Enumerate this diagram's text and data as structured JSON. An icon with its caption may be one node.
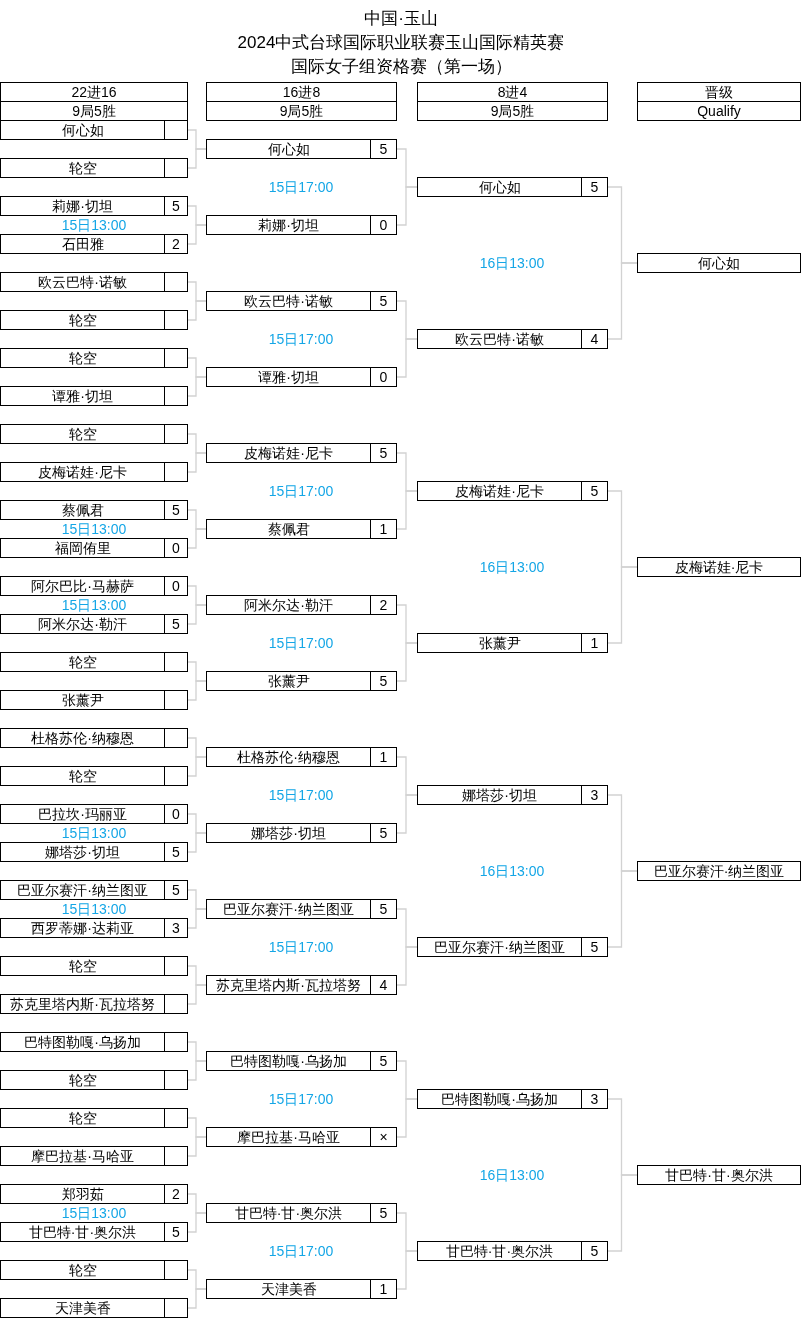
{
  "diagram": {
    "title": "2024中式台球国际职业联赛玉山国际精英赛",
    "nodes": [
      {
        "text": [
          "22进16",
          "9局5胜"
        ]
      },
      {
        "text": [
          "16进8",
          "9局5胜"
        ]
      },
      {
        "text": [
          "8进4",
          "9局5胜"
        ]
      },
      {
        "text": [
          "晋级",
          "Qualify"
        ]
      },
      {
        "text": [
          "何心如"
        ]
      },
      {
        "text": [
          "轮空"
        ]
      },
      {
        "text": [
          "莉娜·切坦",
          "5"
        ]
      },
      {
        "text": [
          "石田雅",
          "2"
        ]
      },
      {
        "text": [
          "欧云巴特·诺敏"
        ]
      },
      {
        "text": [
          "轮空"
        ]
      },
      {
        "text": [
          "轮空"
        ]
      },
      {
        "text": [
          "谭雅·切坦"
        ]
      },
      {
        "text": [
          "轮空"
        ]
      },
      {
        "text": [
          "皮梅诺娃·尼卡"
        ]
      },
      {
        "text": [
          "蔡佩君",
          "5"
        ]
      },
      {
        "text": [
          "福岡侑里",
          "0"
        ]
      },
      {
        "text": [
          "阿尔巴比·马赫萨",
          "0"
        ]
      },
      {
        "text": [
          "阿米尔达·勒汗",
          "5"
        ]
      },
      {
        "text": [
          "轮空"
        ]
      },
      {
        "text": [
          "张薰尹"
        ]
      },
      {
        "text": [
          "杜格苏伦·纳穆恩"
        ]
      },
      {
        "text": [
          "轮空"
        ]
      },
      {
        "text": [
          "巴拉坎·玛丽亚",
          "0"
        ]
      },
      {
        "text": [
          "娜塔莎·切坦",
          "5"
        ]
      },
      {
        "text": [
          "巴亚尔赛汗·纳兰图亚",
          "5"
        ]
      },
      {
        "text": [
          "西罗蒂娜·达莉亚",
          "3"
        ]
      },
      {
        "text": [
          "轮空"
        ]
      },
      {
        "text": [
          "苏克里塔内斯·瓦拉塔努"
        ]
      },
      {
        "text": [
          "巴特图勒嘎·乌扬加"
        ]
      },
      {
        "text": [
          "轮空"
        ]
      },
      {
        "text": [
          "轮空"
        ]
      },
      {
        "text": [
          "摩巴拉基·马哈亚"
        ]
      },
      {
        "text": [
          "郑羽茹",
          "2"
        ]
      },
      {
        "text": [
          "甘巴特·甘·奥尔洪",
          "5"
        ]
      },
      {
        "text": [
          "轮空"
        ]
      },
      {
        "text": [
          "天津美香"
        ]
      },
      {
        "text": [
          "何心如",
          "5"
        ]
      },
      {
        "text": [
          "莉娜·切坦",
          "0"
        ]
      },
      {
        "text": [
          "欧云巴特·诺敏",
          "5"
        ]
      },
      {
        "text": [
          "谭雅·切坦",
          "0"
        ]
      },
      {
        "text": [
          "皮梅诺娃·尼卡",
          "5"
        ]
      },
      {
        "text": [
          "蔡佩君",
          "1"
        ]
      },
      {
        "text": [
          "阿米尔达·勒汗",
          "2"
        ]
      },
      {
        "text": [
          "张薰尹",
          "5"
        ]
      },
      {
        "text": [
          "杜格苏伦·纳穆恩",
          "1"
        ]
      },
      {
        "text": [
          "娜塔莎·切坦",
          "5"
        ]
      },
      {
        "text": [
          "巴亚尔赛汗·纳兰图亚",
          "5"
        ]
      },
      {
        "text": [
          "苏克里塔内斯·瓦拉塔努",
          "4"
        ]
      },
      {
        "text": [
          "巴特图勒嘎·乌扬加",
          "5"
        ]
      },
      {
        "text": [
          "摩巴拉基·马哈亚",
          "×"
        ]
      },
      {
        "text": [
          "甘巴特·甘·奥尔洪",
          "5"
        ]
      },
      {
        "text": [
          "天津美香",
          "1"
        ]
      },
      {
        "text": [
          "何心如",
          "5"
        ]
      },
      {
        "text": [
          "欧云巴特·诺敏",
          "4"
        ]
      },
      {
        "text": [
          "皮梅诺娃·尼卡",
          "5"
        ]
      },
      {
        "text": [
          "张薰尹",
          "1"
        ]
      },
      {
        "text": [
          "娜塔莎·切坦",
          "3"
        ]
      },
      {
        "text": [
          "巴亚尔赛汗·纳兰图亚",
          "5"
        ]
      },
      {
        "text": [
          "巴特图勒嘎·乌扬加",
          "3"
        ]
      },
      {
        "text": [
          "甘巴特·甘·奥尔洪",
          "5"
        ]
      },
      {
        "text": [
          "何心如"
        ]
      },
      {
        "text": [
          "皮梅诺娃·尼卡"
        ]
      },
      {
        "text": [
          "巴亚尔赛汗·纳兰图亚"
        ]
      },
      {
        "text": [
          "甘巴特·甘·奥尔洪"
        ]
      }
    ],
    "edges": [
      {
        "from": 4,
        "to": 36,
        "arrow": "none"
      },
      {
        "from": 5,
        "to": 36,
        "arrow": "none"
      },
      {
        "from": 6,
        "to": 37,
        "arrow": "none"
      },
      {
        "from": 7,
        "to": 37,
        "arrow": "none"
      },
      {
        "from": 8,
        "to": 38,
        "arrow": "none"
      },
      {
        "from": 9,
        "to": 38,
        "arrow": "none"
      },
      {
        "from": 10,
        "to": 39,
        "arrow": "none"
      },
      {
        "from": 11,
        "to": 39,
        "arrow": "none"
      },
      {
        "from": 12,
        "to": 40,
        "arrow": "none"
      },
      {
        "from": 13,
        "to": 40,
        "arrow": "none"
      },
      {
        "from": 14,
        "to": 41,
        "arrow": "none"
      },
      {
        "from": 15,
        "to": 41,
        "arrow": "none"
      },
      {
        "from": 16,
        "to": 42,
        "arrow": "none"
      },
      {
        "from": 17,
        "to": 42,
        "arrow": "none"
      },
      {
        "from": 18,
        "to": 43,
        "arrow": "none"
      },
      {
        "from": 19,
        "to": 43,
        "arrow": "none"
      },
      {
        "from": 20,
        "to": 44,
        "arrow": "none"
      },
      {
        "from": 21,
        "to": 44,
        "arrow": "none"
      },
      {
        "from": 22,
        "to": 45,
        "arrow": "none"
      },
      {
        "from": 23,
        "to": 45,
        "arrow": "none"
      },
      {
        "from": 24,
        "to": 46,
        "arrow": "none"
      },
      {
        "from": 25,
        "to": 46,
        "arrow": "none"
      },
      {
        "from": 26,
        "to": 47,
        "arrow": "none"
      },
      {
        "from": 27,
        "to": 47,
        "arrow": "none"
      },
      {
        "from": 28,
        "to": 48,
        "arrow": "none"
      },
      {
        "from": 29,
        "to": 48,
        "arrow": "none"
      },
      {
        "from": 30,
        "to": 49,
        "arrow": "none"
      },
      {
        "from": 31,
        "to": 49,
        "arrow": "none"
      },
      {
        "from": 32,
        "to": 50,
        "arrow": "none"
      },
      {
        "from": 33,
        "to": 50,
        "arrow": "none"
      },
      {
        "from": 34,
        "to": 51,
        "arrow": "none"
      },
      {
        "from": 35,
        "to": 51,
        "arrow": "none"
      },
      {
        "from": 36,
        "to": 52,
        "arrow": "none"
      },
      {
        "from": 37,
        "to": 52,
        "arrow": "none"
      },
      {
        "from": 38,
        "to": 53,
        "arrow": "none"
      },
      {
        "from": 39,
        "to": 53,
        "arrow": "none"
      },
      {
        "from": 40,
        "to": 54,
        "arrow": "none"
      },
      {
        "from": 41,
        "to": 54,
        "arrow": "none"
      },
      {
        "from": 42,
        "to": 55,
        "arrow": "none"
      },
      {
        "from": 43,
        "to": 55,
        "arrow": "none"
      },
      {
        "from": 44,
        "to": 56,
        "arrow": "none"
      },
      {
        "from": 45,
        "to": 56,
        "arrow": "none"
      },
      {
        "from": 46,
        "to": 57,
        "arrow": "none"
      },
      {
        "from": 47,
        "to": 57,
        "arrow": "none"
      },
      {
        "from": 48,
        "to": 58,
        "arrow": "none"
      },
      {
        "from": 49,
        "to": 58,
        "arrow": "none"
      },
      {
        "from": 50,
        "to": 59,
        "arrow": "none"
      },
      {
        "from": 51,
        "to": 59,
        "arrow": "none"
      },
      {
        "from": 52,
        "to": 60,
        "arrow": "none"
      },
      {
        "from": 53,
        "to": 60,
        "arrow": "none"
      },
      {
        "from": 54,
        "to": 61,
        "arrow": "none"
      },
      {
        "from": 55,
        "to": 61,
        "arrow": "none"
      },
      {
        "from": 56,
        "to": 62,
        "arrow": "none"
      },
      {
        "from": 57,
        "to": 62,
        "arrow": "none"
      },
      {
        "from": 58,
        "to": 63,
        "arrow": "none"
      },
      {
        "from": 59,
        "to": 63,
        "arrow": "none"
      }
    ],
    "labels": [
      "中国·玉山",
      "国际女子组资格赛（第一场）",
      "15日17:00",
      "15日13:00",
      "16日13:00",
      "15日17:00",
      "15日17:00",
      "15日13:00",
      "16日13:00",
      "15日13:00",
      "15日17:00",
      "15日17:00",
      "15日13:00",
      "16日13:00",
      "15日13:00",
      "15日17:00",
      "15日17:00",
      "16日13:00",
      "15日13:00",
      "15日17:00"
    ]
  }
}
